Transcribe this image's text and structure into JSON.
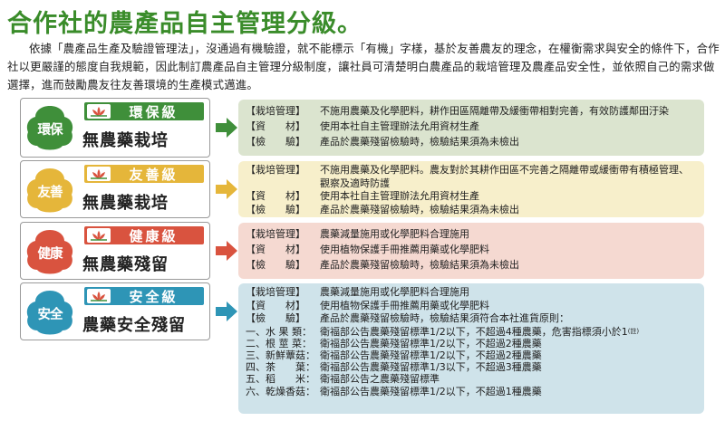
{
  "page": {
    "title": "合作社的農產品自主管理分級。",
    "intro": "依據「農產品生產及驗證管理法」，沒通過有機驗證，就不能標示「有機」字樣，基於友善農友的理念，在權衡需求與安全的條件下，合作社以更嚴謹的態度自我規範，因此制訂農產品自主管理分級制度，讓社員可清楚明白農產品的栽培管理及農產品安全性，並依照自己的需求做選擇，進而鼓勵農友往友善環境的生產模式邁進。"
  },
  "colors": {
    "title": "#3a8c2a",
    "grade1": "#3f8f3a",
    "grade2": "#e5b63a",
    "grade3": "#d9533f",
    "grade4": "#2e95b6",
    "box1": "#dbe4cf",
    "box2": "#f7efcb",
    "box3": "#f5d9d1",
    "box4": "#cfe3ea"
  },
  "grades": [
    {
      "emblem": "環保",
      "tag": "環保級",
      "name": "無農藥栽培",
      "rows": [
        {
          "label": "【栽培管理】",
          "value": "不施用農藥及化學肥料，耕作田區隔離帶及緩衝帶相對完善，有效防護鄰田汙染"
        },
        {
          "label": "【資　　材】",
          "value": "使用本社自主管理辦法允用資材生產"
        },
        {
          "label": "【檢　　驗】",
          "value": "產品於農藥殘留檢驗時，檢驗結果須為未檢出"
        }
      ]
    },
    {
      "emblem": "友善",
      "tag": "友善級",
      "name": "無農藥栽培",
      "rows": [
        {
          "label": "【栽培管理】",
          "value": "不施用農藥及化學肥料。農友對於其耕作田區不完善之隔離帶或緩衝帶有積極管理、觀察及適時防護"
        },
        {
          "label": "【資　　材】",
          "value": "使用本社自主管理辦法允用資材生產"
        },
        {
          "label": "【檢　　驗】",
          "value": "產品於農藥殘留檢驗時，檢驗結果須為未檢出"
        }
      ]
    },
    {
      "emblem": "健康",
      "tag": "健康級",
      "name": "無農藥殘留",
      "rows": [
        {
          "label": "【栽培管理】",
          "value": "農藥減量施用或化學肥料合理施用"
        },
        {
          "label": "【資　　材】",
          "value": "使用植物保護手冊推薦用藥或化學肥料"
        },
        {
          "label": "【檢　　驗】",
          "value": "產品於農藥殘留檢驗時，檢驗結果須為未檢出"
        }
      ]
    },
    {
      "emblem": "安全",
      "tag": "安全級",
      "name": "農藥安全殘留",
      "rows": [
        {
          "label": "【栽培管理】",
          "value": "農藥減量施用或化學肥料合理施用"
        },
        {
          "label": "【資　　材】",
          "value": "使用植物保護手冊推薦用藥或化學肥料"
        },
        {
          "label": "【檢　　驗】",
          "value": "產品於農藥殘留檢驗時，檢驗結果須符合本社進貨原則："
        }
      ],
      "sub_items": [
        {
          "label": "一、水 果 類：",
          "value": "衛福部公告農藥殘留標準1/2以下，不超過4種農藥，危害指標須小於1",
          "note": "(註)"
        },
        {
          "label": "二、根 莖 菜：",
          "value": "衛福部公告農藥殘留標準1/2以下，不超過2種農藥"
        },
        {
          "label": "三、新鮮蕈菇：",
          "value": "衛福部公告農藥殘留標準1/2以下，不超過2種農藥"
        },
        {
          "label": "四、茶　　葉：",
          "value": "衛福部公告農藥殘留標準1/3以下，不超過3種農藥"
        },
        {
          "label": "五、稻　　米：",
          "value": "衛福部公告之農藥殘留標準"
        },
        {
          "label": "六、乾燥香菇：",
          "value": "衛福部公告農藥殘留標準1/2以下，不超過1種農藥"
        }
      ]
    }
  ]
}
